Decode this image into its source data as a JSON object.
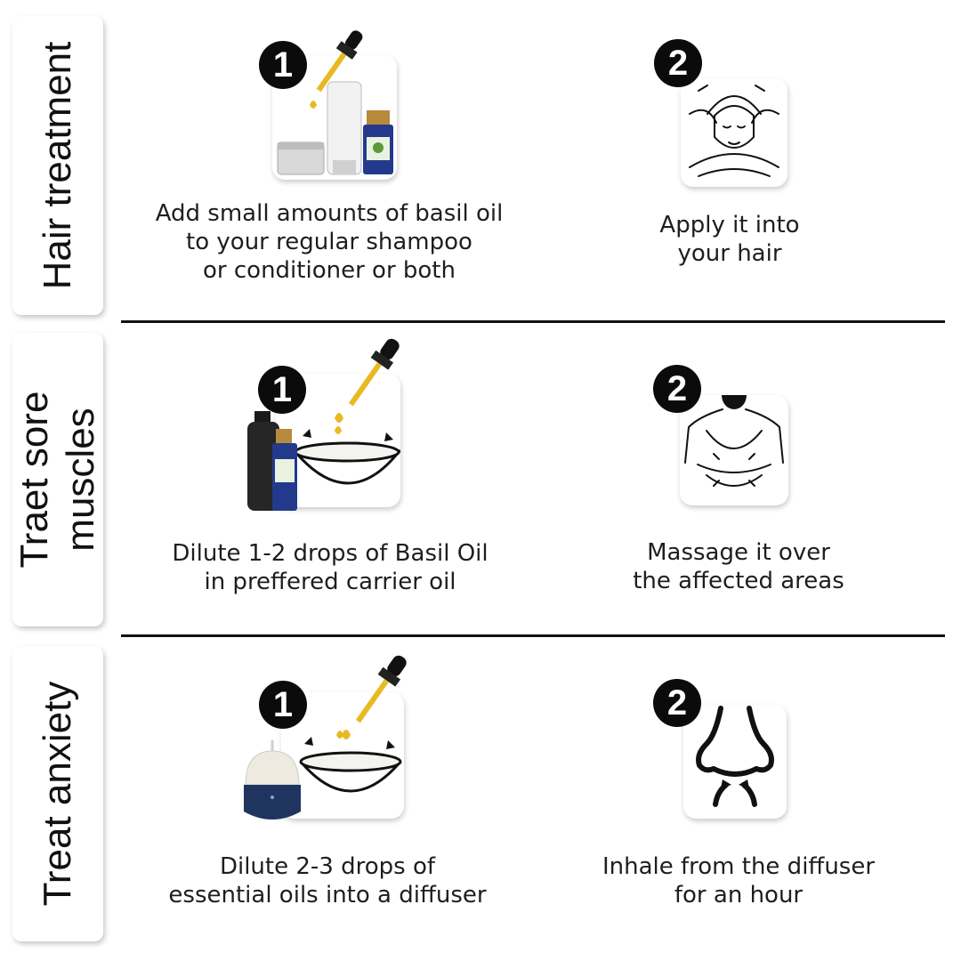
{
  "sections": [
    {
      "title": "Hair treatment",
      "steps": [
        {
          "number": "1",
          "caption": [
            "Add small amounts of basil oil",
            "to your regular shampoo",
            "or conditioner or both"
          ],
          "icon": "shampoo-and-basil-oil-icon"
        },
        {
          "number": "2",
          "caption": [
            "Apply it into",
            "your hair"
          ],
          "icon": "hair-massage-icon"
        }
      ]
    },
    {
      "title": [
        "Traet sore",
        "muscles"
      ],
      "steps": [
        {
          "number": "1",
          "caption": [
            "Dilute 1-2 drops of Basil Oil",
            "in preffered carrier oil"
          ],
          "icon": "dropper-bowl-mix-icon"
        },
        {
          "number": "2",
          "caption": [
            "Massage it over",
            "the affected areas"
          ],
          "icon": "back-massage-icon"
        }
      ]
    },
    {
      "title": "Treat anxiety",
      "steps": [
        {
          "number": "1",
          "caption": [
            "Dilute 2-3 drops of",
            "essential oils into a diffuser"
          ],
          "icon": "diffuser-bowl-icon"
        },
        {
          "number": "2",
          "caption": [
            "Inhale from the diffuser",
            "for an hour"
          ],
          "icon": "nose-inhale-icon"
        }
      ]
    }
  ],
  "colors": {
    "badge": "#0b0b0b",
    "divider": "#111111",
    "oil": "#e8b923",
    "bottle_blue": "#233a8c"
  }
}
